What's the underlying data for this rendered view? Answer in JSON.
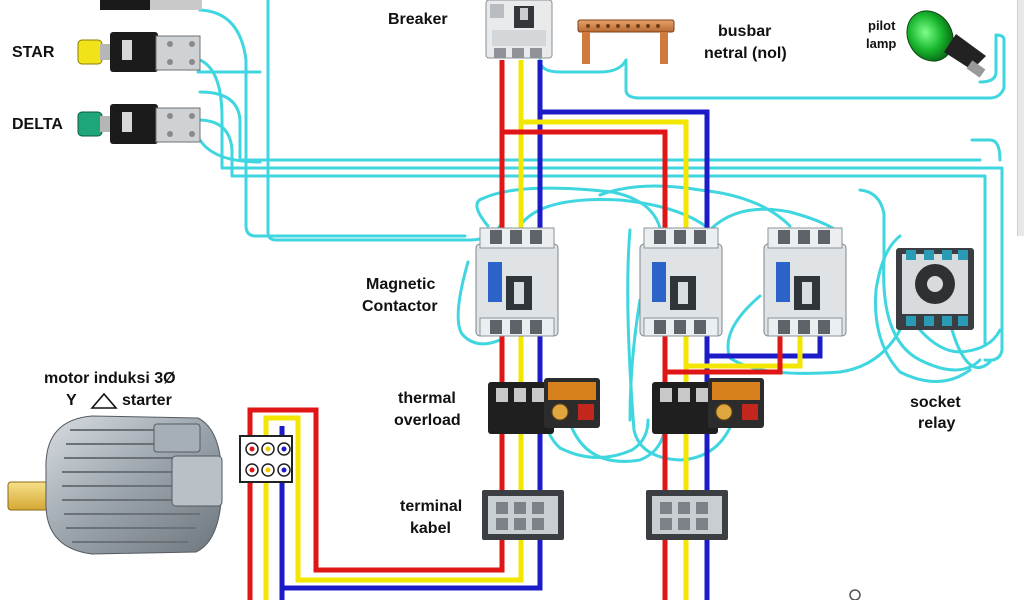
{
  "labels": {
    "star": "STAR",
    "delta": "DELTA",
    "breaker": "Breaker",
    "busbar_line1": "busbar",
    "busbar_line2": "netral (nol)",
    "pilot_line1": "pilot",
    "pilot_line2": "lamp",
    "contactor_line1": "Magnetic",
    "contactor_line2": "Contactor",
    "thermal_line1": "thermal",
    "thermal_line2": "overload",
    "terminal_line1": "terminal",
    "terminal_line2": "kabel",
    "socket_line1": "socket",
    "socket_line2": "relay",
    "motor_line1": "motor  induksi  3Ø",
    "motor_line2_y": "Y",
    "motor_line2_starter": "starter"
  },
  "colors": {
    "wire_red": "#e01515",
    "wire_yellow": "#f3e600",
    "wire_blue": "#1b1bc8",
    "wire_cyan": "#3fd6e0",
    "background": "#ffffff"
  },
  "icons": [
    "push-button-icon",
    "breaker-icon",
    "busbar-icon",
    "pilot-lamp-icon",
    "contactor-icon",
    "thermal-overload-icon",
    "terminal-block-icon",
    "socket-relay-icon",
    "motor-icon",
    "motor-terminal-box-icon",
    "triangle-icon"
  ]
}
